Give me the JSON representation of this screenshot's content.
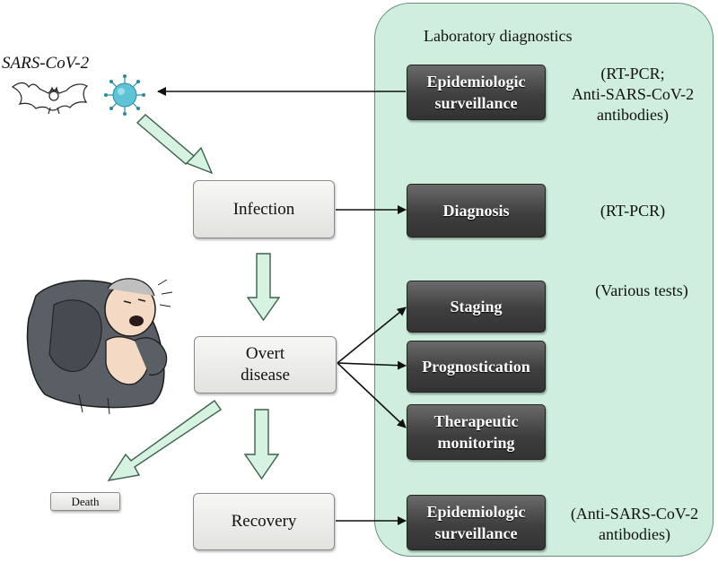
{
  "panel": {
    "title": "Laboratory diagnostics"
  },
  "virus_label": "SARS-CoV-2",
  "flow": {
    "infection": "Infection",
    "overt_disease_line1": "Overt",
    "overt_disease_line2": "disease",
    "recovery": "Recovery",
    "death": "Death"
  },
  "lab": {
    "surveillance_top_line1": "Epidemiologic",
    "surveillance_top_line2": "surveillance",
    "diagnosis": "Diagnosis",
    "staging": "Staging",
    "prognostication": "Prognostication",
    "therapeutic_line1": "Therapeutic",
    "therapeutic_line2": "monitoring",
    "surveillance_bottom_line1": "Epidemiologic",
    "surveillance_bottom_line2": "surveillance"
  },
  "notes": {
    "top_line1": "(RT-PCR;",
    "top_line2": "Anti-SARS-CoV-2",
    "top_line3": "antibodies)",
    "diagnosis": "(RT-PCR)",
    "various": "(Various tests)",
    "bottom_line1": "(Anti-SARS-CoV-2",
    "bottom_line2": "antibodies)"
  },
  "colors": {
    "panel_fill": "#cfeedd",
    "arrow_fill": "#d6f3e2",
    "dark_box": "#3f3f3f"
  },
  "icons": [
    "bat-icon",
    "coronavirus-icon",
    "coughing-man-illustration"
  ]
}
